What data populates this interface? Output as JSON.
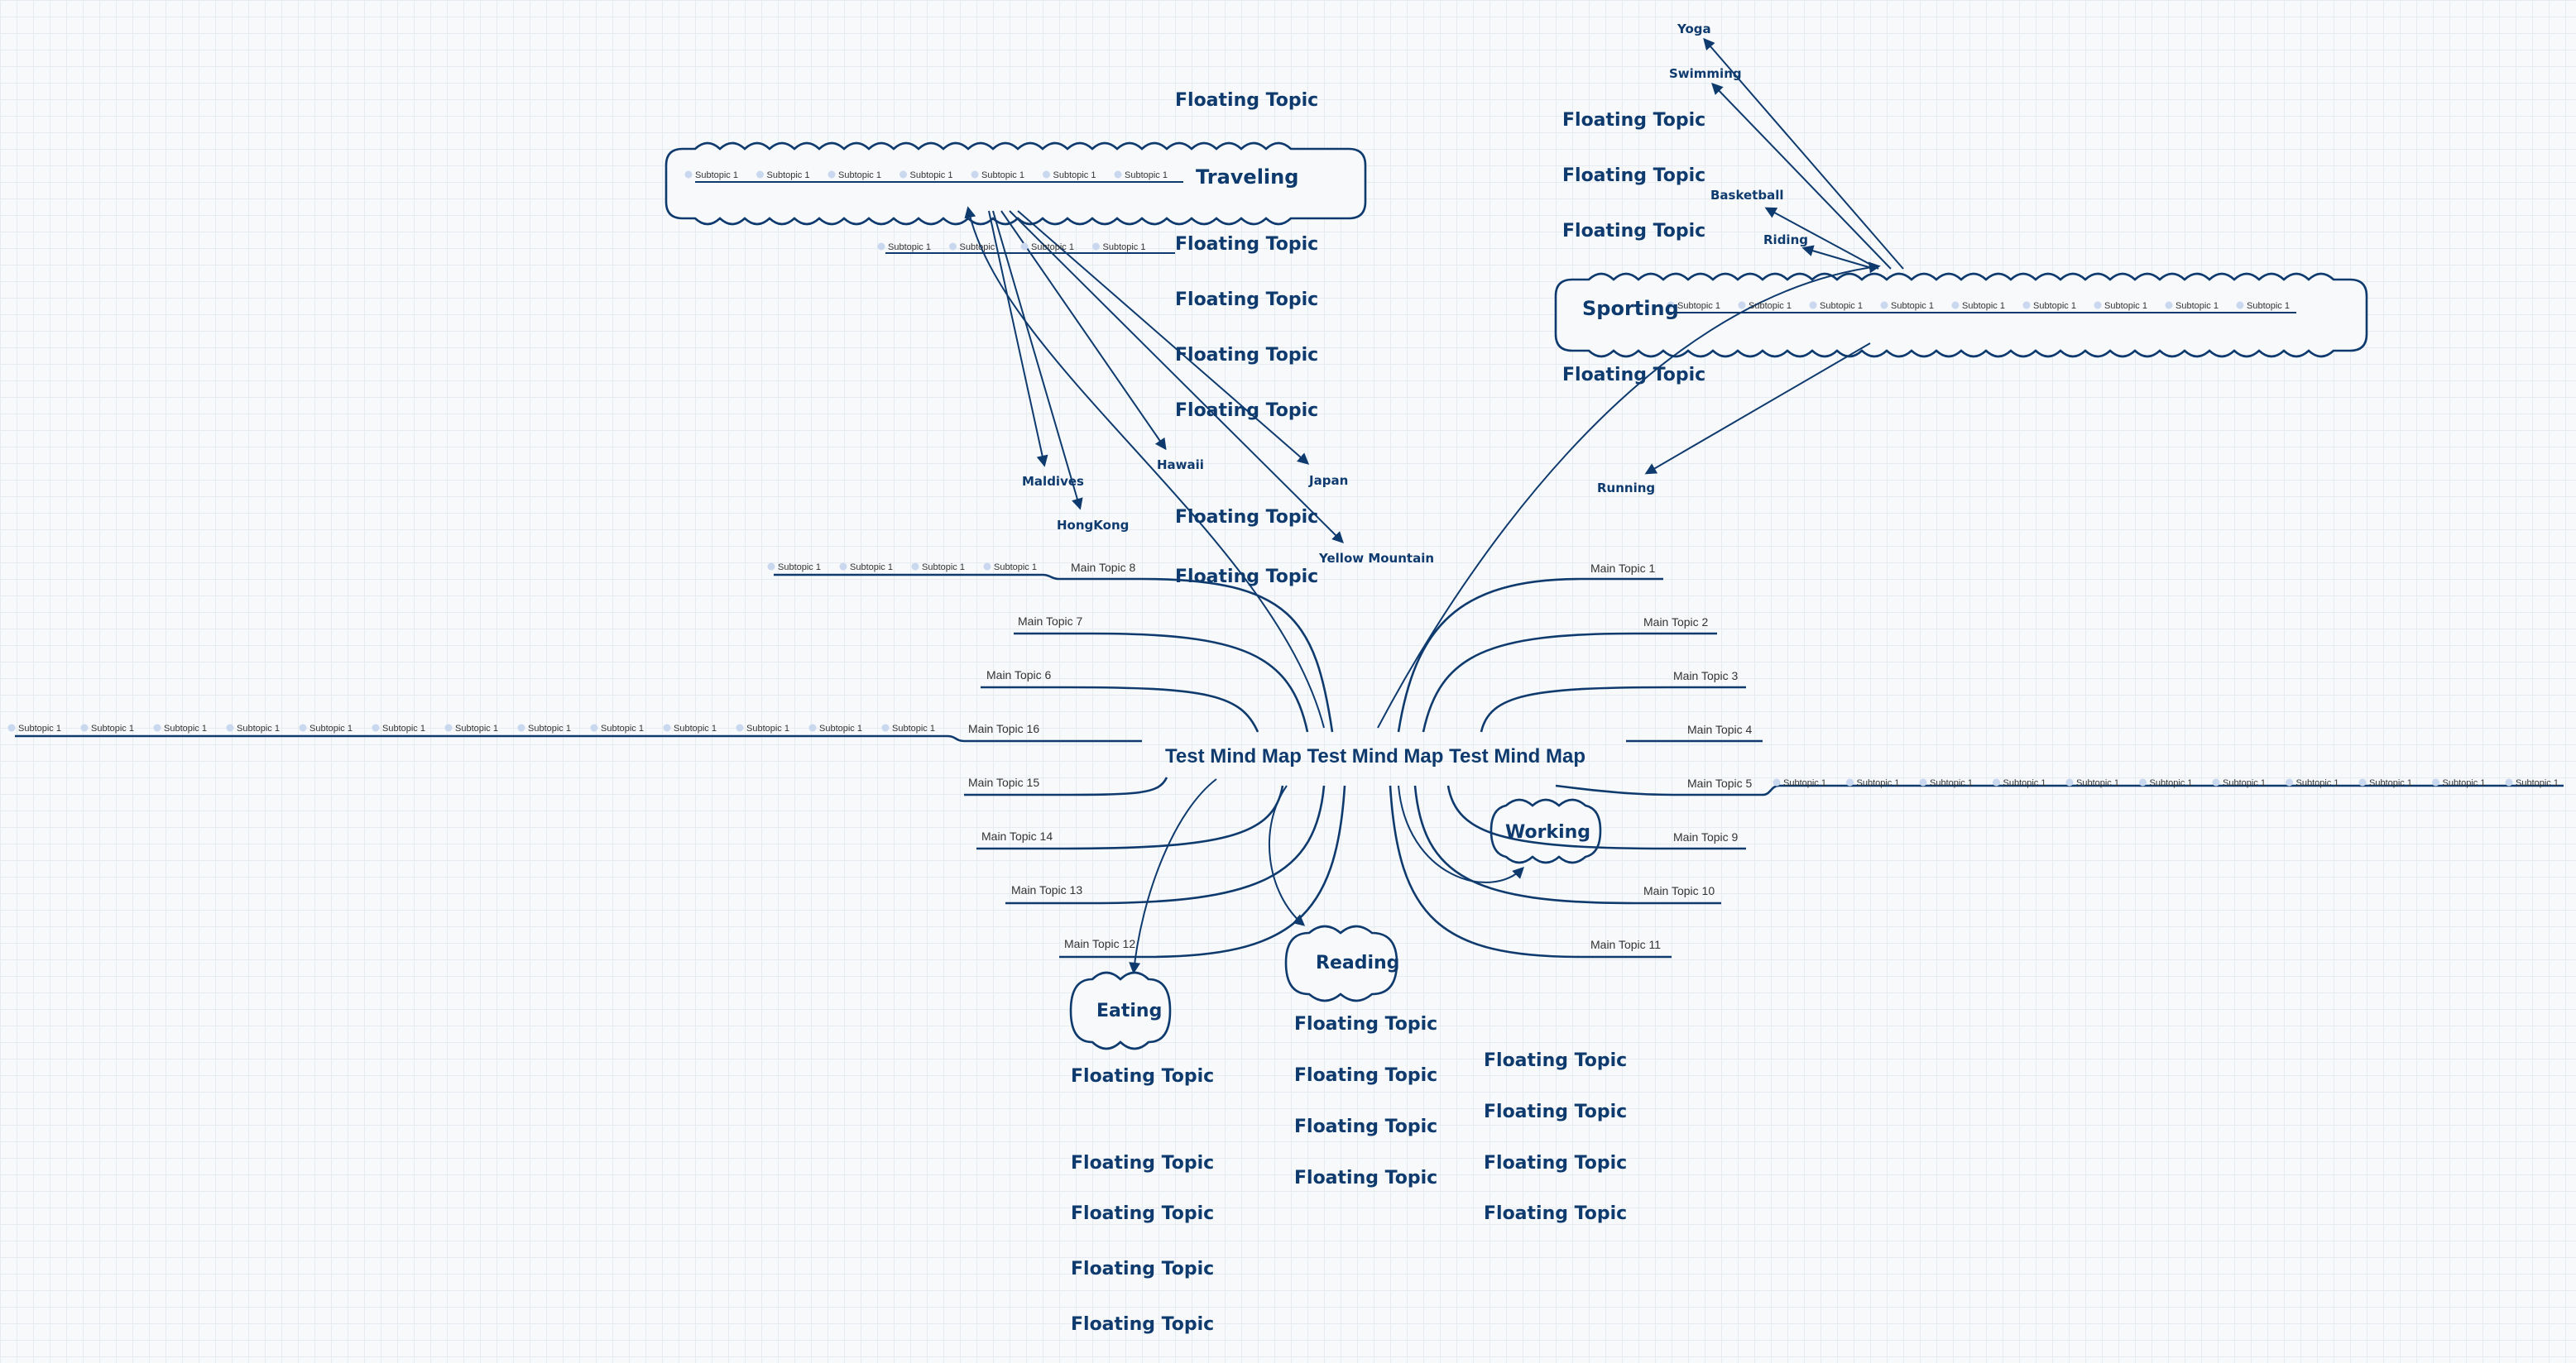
{
  "root": "Test Mind Map Test Mind Map Test Mind Map",
  "subtopic_label": "Subtopic 1",
  "subtopic_short": "Subtopic",
  "main_left": [
    {
      "id": "m8",
      "label": "Main Topic 8"
    },
    {
      "id": "m7",
      "label": "Main Topic 7"
    },
    {
      "id": "m6",
      "label": "Main Topic 6"
    },
    {
      "id": "m16",
      "label": "Main Topic 16"
    },
    {
      "id": "m15",
      "label": "Main Topic 15"
    },
    {
      "id": "m14",
      "label": "Main Topic 14"
    },
    {
      "id": "m13",
      "label": "Main Topic 13"
    },
    {
      "id": "m12",
      "label": "Main Topic 12"
    }
  ],
  "main_right": [
    {
      "id": "m1",
      "label": "Main Topic 1"
    },
    {
      "id": "m2",
      "label": "Main Topic 2"
    },
    {
      "id": "m3",
      "label": "Main Topic 3"
    },
    {
      "id": "m4",
      "label": "Main Topic 4"
    },
    {
      "id": "m5",
      "label": "Main Topic 5"
    },
    {
      "id": "m9",
      "label": "Main Topic 9"
    },
    {
      "id": "m10",
      "label": "Main Topic 10"
    },
    {
      "id": "m11",
      "label": "Main Topic 11"
    }
  ],
  "clouds": {
    "traveling": "Traveling",
    "sporting": "Sporting",
    "working": "Working",
    "reading": "Reading",
    "eating": "Eating"
  },
  "destinations": {
    "maldives": "Maldives",
    "hongkong": "HongKong",
    "hawaii": "Hawaii",
    "japan": "Japan",
    "yellow_mountain": "Yellow Mountain"
  },
  "sports": {
    "yoga": "Yoga",
    "swimming": "Swimming",
    "basketball": "Basketball",
    "riding": "Riding",
    "running": "Running"
  },
  "floating_label": "Floating Topic",
  "colors": {
    "line": "#0e3a6e",
    "dot": "#c9d8ef",
    "grid": "#e6ebf1"
  }
}
